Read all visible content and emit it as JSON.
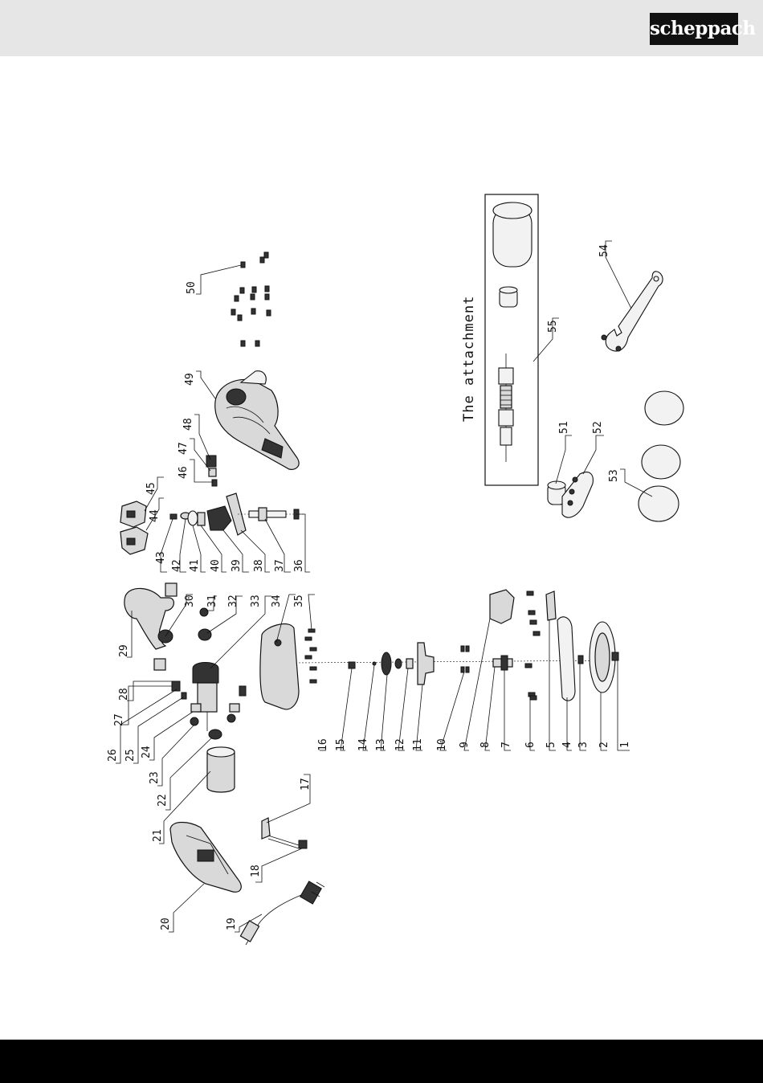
{
  "header": {
    "brand_logo": "scheppach"
  },
  "attachment_box": {
    "title": "The attachment"
  },
  "callouts": [
    "1",
    "2",
    "3",
    "4",
    "5",
    "6",
    "7",
    "8",
    "9",
    "10",
    "11",
    "12",
    "13",
    "14",
    "15",
    "16",
    "17",
    "18",
    "19",
    "20",
    "21",
    "22",
    "23",
    "24",
    "25",
    "26",
    "27",
    "28",
    "29",
    "30",
    "31",
    "32",
    "33",
    "34",
    "35",
    "36",
    "37",
    "38",
    "39",
    "40",
    "41",
    "42",
    "43",
    "44",
    "45",
    "46",
    "47",
    "48",
    "49",
    "50",
    "51",
    "52",
    "53",
    "54",
    "55"
  ]
}
